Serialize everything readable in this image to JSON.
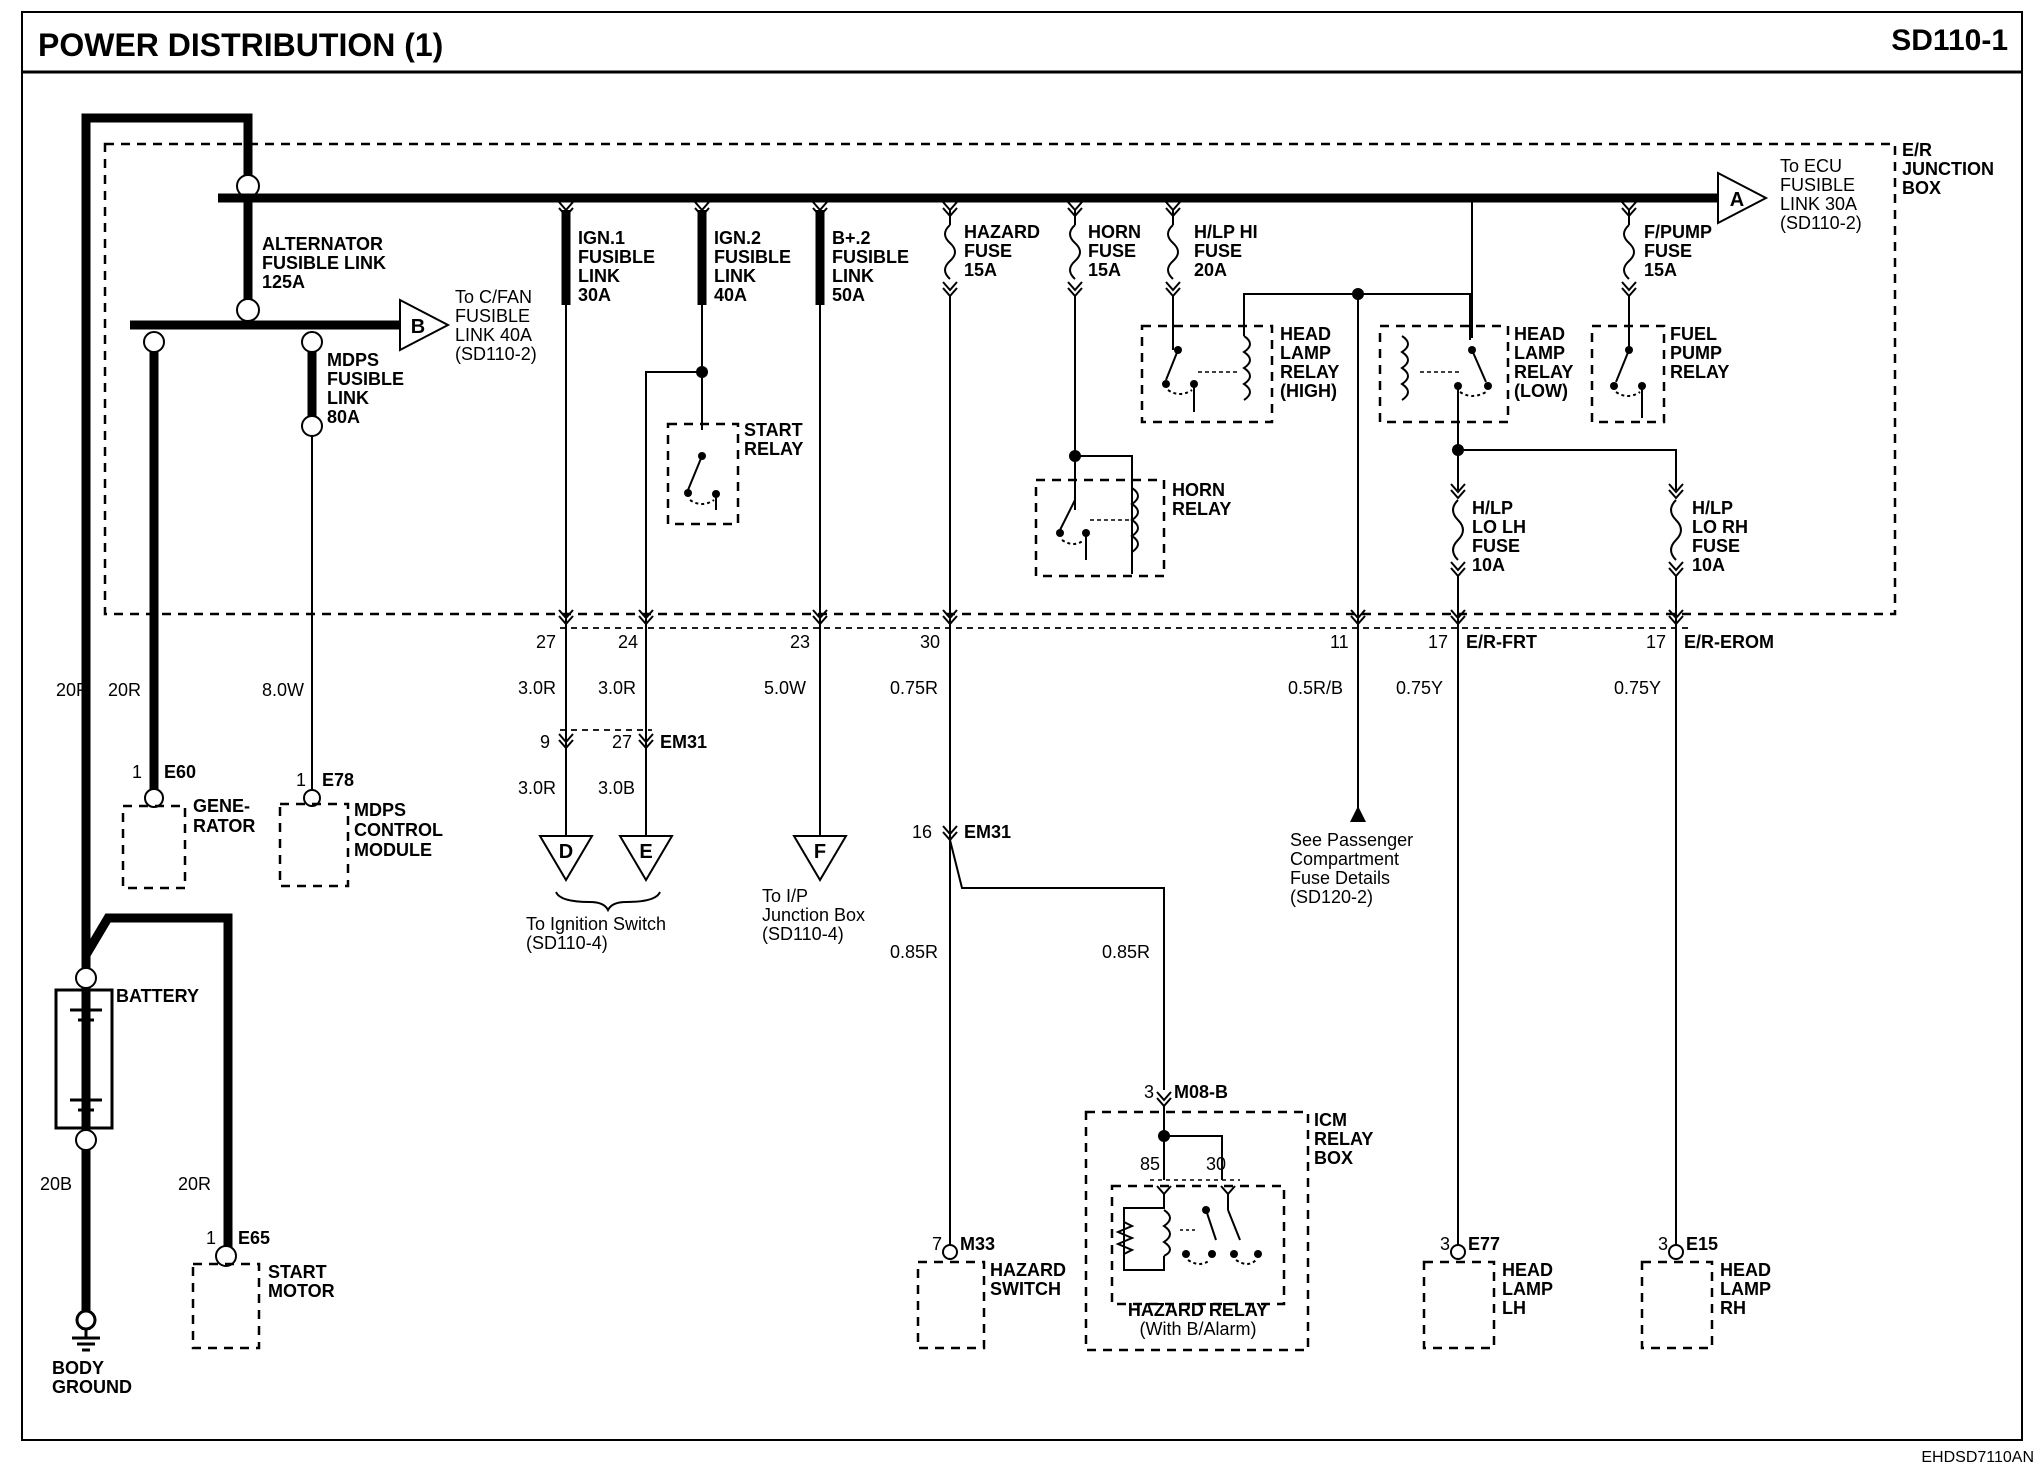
{
  "header": {
    "title": "POWER DISTRIBUTION (1)",
    "code": "SD110-1"
  },
  "footer": {
    "ref": "EHDSD7110AN"
  },
  "junction_box": {
    "name_lines": [
      "E/R",
      "JUNCTION",
      "BOX"
    ]
  },
  "connectors": {
    "A": {
      "letter": "A",
      "lines": [
        "To ECU",
        "FUSIBLE",
        "LINK 30A",
        "(SD110-2)"
      ]
    },
    "B": {
      "letter": "B",
      "lines": [
        "To C/FAN",
        "FUSIBLE",
        "LINK 40A",
        "(SD110-2)"
      ]
    },
    "D": {
      "letter": "D"
    },
    "E": {
      "letter": "E"
    },
    "F": {
      "letter": "F"
    }
  },
  "fuses": {
    "alternator": [
      "ALTERNATOR",
      "FUSIBLE LINK",
      "125A"
    ],
    "mdps": [
      "MDPS",
      "FUSIBLE",
      "LINK",
      "80A"
    ],
    "ign1": [
      "IGN.1",
      "FUSIBLE",
      "LINK",
      "30A"
    ],
    "ign2": [
      "IGN.2",
      "FUSIBLE",
      "LINK",
      "40A"
    ],
    "b2": [
      "B+.2",
      "FUSIBLE",
      "LINK",
      "50A"
    ],
    "hazard": [
      "HAZARD",
      "FUSE",
      "15A"
    ],
    "horn": [
      "HORN",
      "FUSE",
      "15A"
    ],
    "hlp_hi": [
      "H/LP HI",
      "FUSE",
      "20A"
    ],
    "fpump": [
      "F/PUMP",
      "FUSE",
      "15A"
    ],
    "hlp_lo_lh": [
      "H/LP",
      "LO LH",
      "FUSE",
      "10A"
    ],
    "hlp_lo_rh": [
      "H/LP",
      "LO RH",
      "FUSE",
      "10A"
    ]
  },
  "relays": {
    "start": [
      "START",
      "RELAY"
    ],
    "horn": [
      "HORN",
      "RELAY"
    ],
    "head_high": [
      "HEAD",
      "LAMP",
      "RELAY",
      "(HIGH)"
    ],
    "head_low": [
      "HEAD",
      "LAMP",
      "RELAY",
      "(LOW)"
    ],
    "fuel_pump": [
      "FUEL",
      "PUMP",
      "RELAY"
    ],
    "icm_box": [
      "ICM",
      "RELAY",
      "BOX"
    ],
    "hazard_relay": "HAZARD RELAY",
    "hazard_relay_sub": "(With B/Alarm)",
    "pin85": "85",
    "pin30": "30"
  },
  "pins": {
    "p27": "27",
    "p24": "24",
    "p23": "23",
    "p30": "30",
    "p11": "11",
    "p17a": "17",
    "p17b": "17",
    "er_frt": "E/R-FRT",
    "er_erom": "E/R-EROM",
    "p9": "9",
    "p27b": "27",
    "em31a": "EM31",
    "p16": "16",
    "em31b": "EM31",
    "p3": "3",
    "m08b": "M08-B",
    "e60_pin": "1",
    "e60": "E60",
    "e78_pin": "1",
    "e78": "E78",
    "e65_pin": "1",
    "e65": "E65",
    "m33_pin": "7",
    "m33": "M33",
    "e77_pin": "3",
    "e77": "E77",
    "e15_pin": "3",
    "e15": "E15"
  },
  "wires": {
    "w20r_a": "20R",
    "w20r_b": "20R",
    "w8w": "8.0W",
    "w3r_a": "3.0R",
    "w3r_b": "3.0R",
    "w5w": "5.0W",
    "w075r": "0.75R",
    "w05rb": "0.5R/B",
    "w075y_a": "0.75Y",
    "w075y_b": "0.75Y",
    "w3r_c": "3.0R",
    "w3b": "3.0B",
    "w085r_a": "0.85R",
    "w085r_b": "0.85R",
    "w20b": "20B",
    "w20r_c": "20R"
  },
  "components": {
    "generator": [
      "GENE-",
      "RATOR"
    ],
    "mdps_module": [
      "MDPS",
      "CONTROL",
      "MODULE"
    ],
    "battery": "BATTERY",
    "start_motor": [
      "START",
      "MOTOR"
    ],
    "body_ground": [
      "BODY",
      "GROUND"
    ],
    "hazard_switch": [
      "HAZARD",
      "SWITCH"
    ],
    "head_lamp_lh": [
      "HEAD",
      "LAMP",
      "LH"
    ],
    "head_lamp_rh": [
      "HEAD",
      "LAMP",
      "RH"
    ]
  },
  "notes": {
    "ignition": [
      "To Ignition Switch",
      "(SD110-4)"
    ],
    "ip_box": [
      "To I/P",
      "Junction Box",
      "(SD110-4)"
    ],
    "passenger": [
      "See Passenger",
      "Compartment",
      "Fuse Details",
      "(SD120-2)"
    ]
  }
}
